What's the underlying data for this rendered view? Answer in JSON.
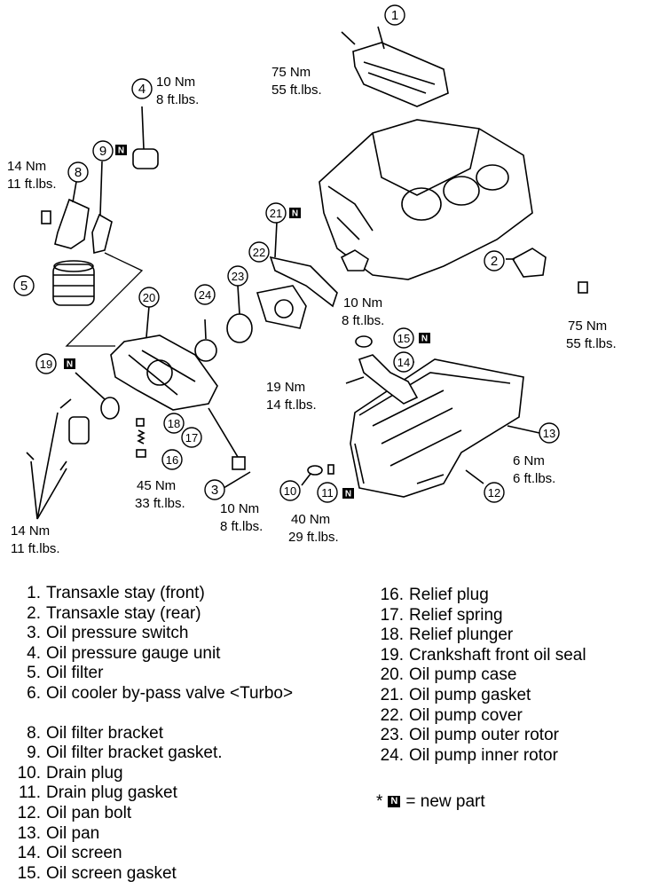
{
  "torque_labels": {
    "bolt_part1_nm": "75 Nm",
    "bolt_part1_ft": "55 ft.lbs.",
    "part4_nm": "10 Nm",
    "part4_ft": "8 ft.lbs.",
    "part8_nm": "14 Nm",
    "part8_ft": "11 ft.lbs.",
    "pump_cover_nm": "10 Nm",
    "pump_cover_ft": "8 ft.lbs.",
    "part2_nm": "75 Nm",
    "part2_ft": "55 ft.lbs.",
    "oil_screen_nm": "19 Nm",
    "oil_screen_ft": "14 ft.lbs.",
    "relief_plug_nm": "45 Nm",
    "relief_plug_ft": "33 ft.lbs.",
    "part3_nm": "10 Nm",
    "part3_ft": "8 ft.lbs.",
    "drain_plug_nm": "40 Nm",
    "drain_plug_ft": "29 ft.lbs.",
    "pan_bolt_nm": "6 Nm",
    "pan_bolt_ft": "6 ft.lbs.",
    "case_bolts_nm": "14 Nm",
    "case_bolts_ft": "11 ft.lbs."
  },
  "callouts": [
    "1",
    "2",
    "3",
    "4",
    "5",
    "8",
    "9",
    "10",
    "11",
    "12",
    "13",
    "14",
    "15",
    "16",
    "17",
    "18",
    "19",
    "20",
    "21",
    "22",
    "23",
    "24"
  ],
  "new_part_marker": "N",
  "legend_left": [
    {
      "num": "1.",
      "text": "Transaxle stay (front)"
    },
    {
      "num": "2.",
      "text": "Transaxle stay (rear)"
    },
    {
      "num": "3.",
      "text": "Oil pressure switch"
    },
    {
      "num": "4.",
      "text": "Oil pressure gauge unit"
    },
    {
      "num": "5.",
      "text": "Oil filter"
    },
    {
      "num": "6.",
      "text": "Oil cooler by-pass valve <Turbo>"
    },
    {
      "num": "8.",
      "text": "Oil filter bracket"
    },
    {
      "num": "9.",
      "text": "Oil filter bracket gasket."
    },
    {
      "num": "10.",
      "text": "Drain plug"
    },
    {
      "num": "11.",
      "text": "Drain plug gasket"
    },
    {
      "num": "12.",
      "text": "Oil pan bolt"
    },
    {
      "num": "13.",
      "text": "Oil pan"
    },
    {
      "num": "14.",
      "text": "Oil screen"
    },
    {
      "num": "15.",
      "text": "Oil screen gasket"
    }
  ],
  "legend_right": [
    {
      "num": "16.",
      "text": "Relief plug"
    },
    {
      "num": "17.",
      "text": "Relief spring"
    },
    {
      "num": "18.",
      "text": "Relief plunger"
    },
    {
      "num": "19.",
      "text": "Crankshaft front oil seal"
    },
    {
      "num": "20.",
      "text": "Oil pump case"
    },
    {
      "num": "21.",
      "text": "Oil pump gasket"
    },
    {
      "num": "22.",
      "text": "Oil pump cover"
    },
    {
      "num": "23.",
      "text": "Oil pump outer rotor"
    },
    {
      "num": "24.",
      "text": "Oil pump inner rotor"
    }
  ],
  "note": {
    "asterisk": "*",
    "marker": "N",
    "text": "= new part"
  }
}
